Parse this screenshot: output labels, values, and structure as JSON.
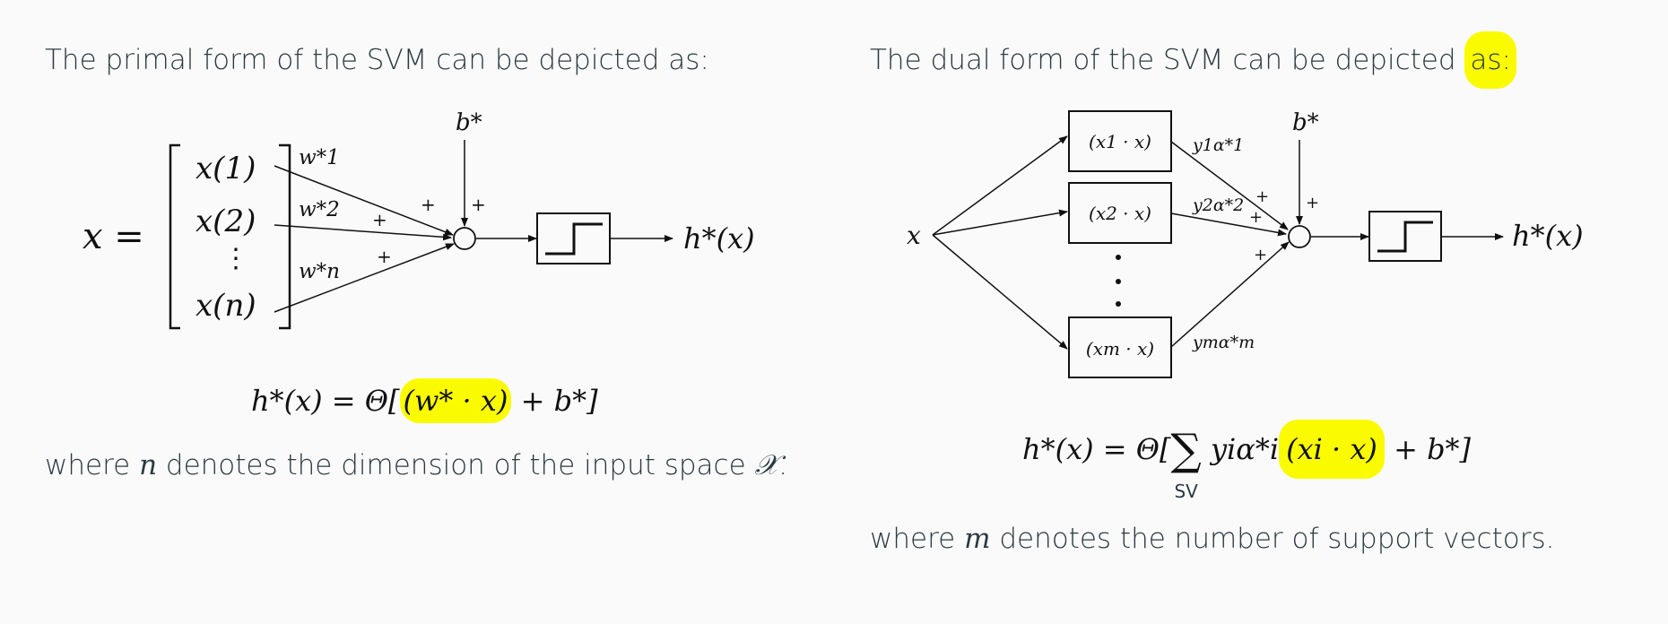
{
  "primal": {
    "heading": "The primal form of the SVM can be depicted as:",
    "lhs": "x =",
    "inputs": [
      "x(1)",
      "x(2)",
      "⋮",
      "x(n)"
    ],
    "weights": [
      "w*1",
      "w*2",
      "w*n"
    ],
    "plus": "+",
    "bias": "b*",
    "output": "h*(x)",
    "formula": {
      "prefix": "h*(x) = Θ[",
      "highlight": "(w* · x)",
      "suffix": "+ b*]"
    },
    "caption": {
      "before": "where",
      "var1": "n",
      "middle": "denotes the dimension of the input space",
      "var2": "𝒳",
      "after": "."
    }
  },
  "dual": {
    "heading_before": "The dual form of the SVM can be depicted",
    "heading_highlight": "as:",
    "input": "x",
    "boxes": [
      "(x1 · x)",
      "(x2 · x)",
      "(xm · x)"
    ],
    "dots": "⋮",
    "weights": [
      "y1α*1",
      "y2α*2",
      "ymα*m"
    ],
    "plus": "+",
    "bias": "b*",
    "output": "h*(x)",
    "formula": {
      "prefix": "h*(x) = Θ[",
      "sum": "∑",
      "sum_sub": "SV",
      "terms": "yiα*i",
      "highlight": "(xi · x)",
      "suffix": "+ b*]"
    },
    "caption": {
      "before": "where",
      "var1": "m",
      "after": "denotes the number of support vectors."
    }
  },
  "colors": {
    "highlight": "#fbfb00",
    "text": "#2b3a42",
    "diagram": "#111111"
  }
}
